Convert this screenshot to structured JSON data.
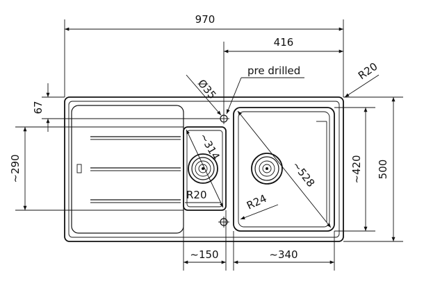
{
  "dimensions": {
    "overall_width": "970",
    "right_bowl_offset": "416",
    "drill_diameter": "Ø35",
    "drill_note": "pre drilled",
    "corner_radius_outer": "R20",
    "edge_offset": "67",
    "drainer_height": "~290",
    "small_bowl_diagonal": "~314",
    "small_bowl_radius": "R20",
    "large_bowl_radius": "R24",
    "large_bowl_diagonal": "~528",
    "bowl_depth": "~420",
    "overall_depth": "500",
    "small_bowl_width": "~150",
    "large_bowl_width": "~340"
  }
}
